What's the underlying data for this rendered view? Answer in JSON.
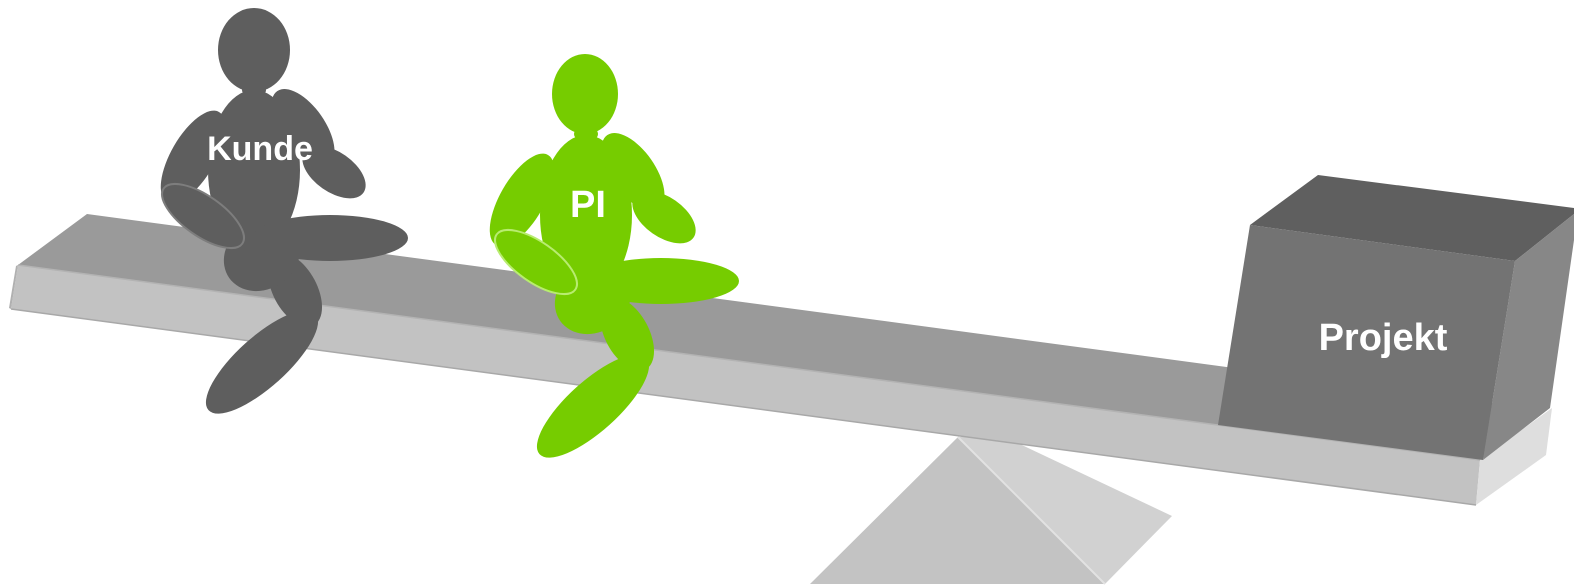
{
  "labels": {
    "customer": "Kunde",
    "pi": "PI",
    "project": "Projekt"
  },
  "colors": {
    "customer_figure": "#5e5e5e",
    "pi_figure": "#76cc00",
    "plank_top": "#9a9a9a",
    "plank_front": "#c2c2c2",
    "plank_side": "#d6d6d6",
    "box_top": "#5f5f5f",
    "box_front": "#737373",
    "box_side": "#878787",
    "fulcrum_front": "#c3c3c3",
    "fulcrum_side": "#d1d1d1",
    "label_text": "#ffffff"
  }
}
